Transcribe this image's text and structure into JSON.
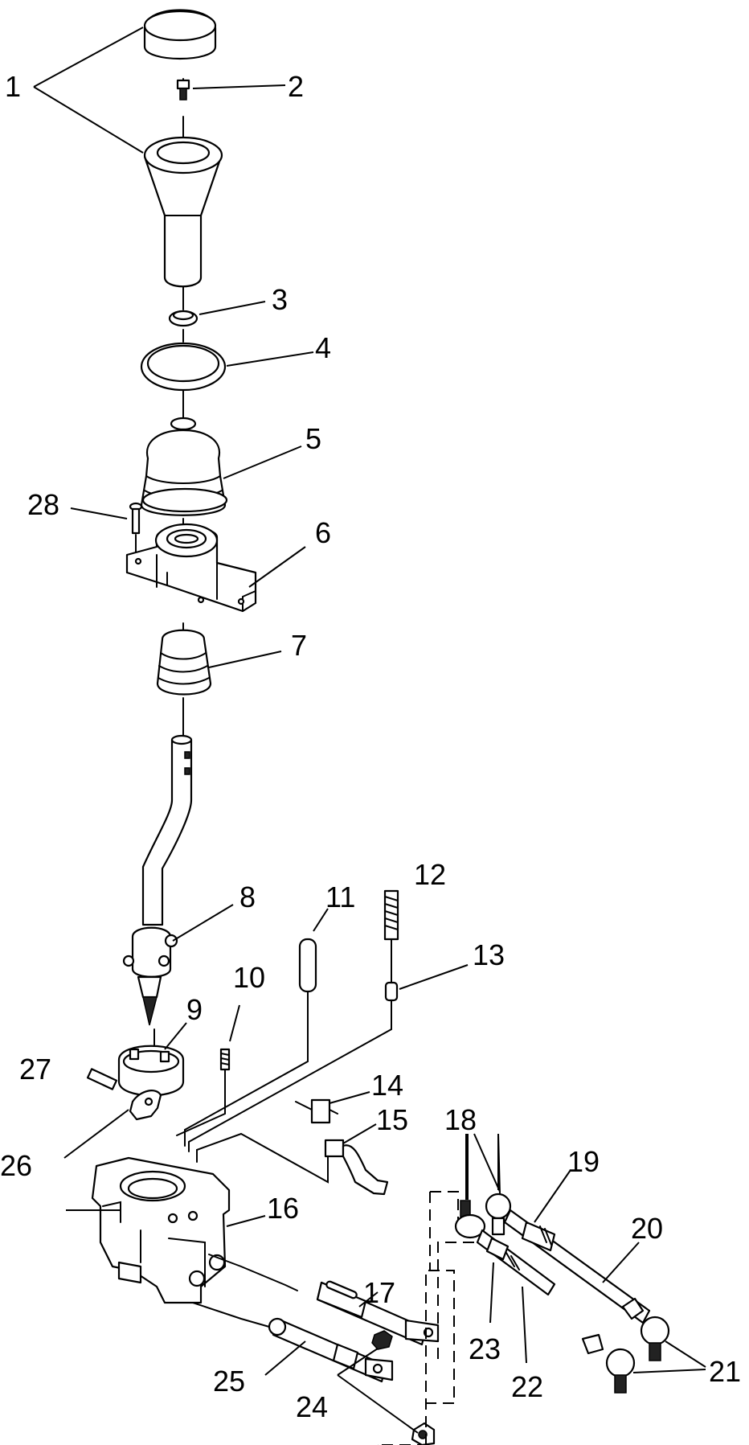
{
  "diagram": {
    "labels": {
      "p1": "1",
      "p2": "2",
      "p3": "3",
      "p4": "4",
      "p5": "5",
      "p6": "6",
      "p7": "7",
      "p8": "8",
      "p9": "9",
      "p10": "10",
      "p11": "11",
      "p12": "12",
      "p13": "13",
      "p14": "14",
      "p15": "15",
      "p16": "16",
      "p17": "17",
      "p18": "18",
      "p19": "19",
      "p20": "20",
      "p21": "21",
      "p22": "22",
      "p23": "23",
      "p24": "24",
      "p25": "25",
      "p26": "26",
      "p27": "27",
      "p28": "28"
    }
  }
}
